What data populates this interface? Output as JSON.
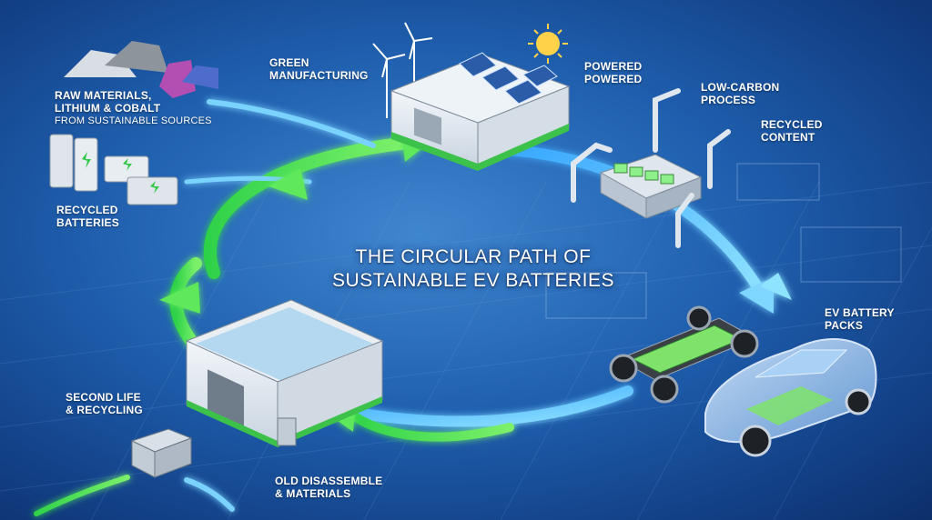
{
  "title": {
    "line1": "THE CIRCULAR PATH OF",
    "line2": "SUSTAINABLE EV BATTERIES"
  },
  "labels": {
    "raw_materials": {
      "line1": "RAW MATERIALS,",
      "line2": "LITHIUM  & COBALT",
      "line3": "FROM SUSTAINABLE SOURCES"
    },
    "recycled_batteries": {
      "line1": "RECYCLED",
      "line2": "BATTERIES"
    },
    "green_manufacturing": {
      "line1": "GREEN",
      "line2": "MANUFACTURING"
    },
    "powered": {
      "line1": "POWERED",
      "line2": "POWERED"
    },
    "low_carbon": {
      "line1": "LOW-CARBON",
      "line2": "PROCESS"
    },
    "recycled_content": {
      "line1": "RECYCLED",
      "line2": "CONTENT"
    },
    "ev_battery_packs": {
      "line1": "EV BATTERY",
      "line2": "PACKS"
    },
    "second_life": {
      "line1": "SECOND LIFE",
      "line2": "& RECYCLING"
    },
    "old_disassemble": {
      "line1": "OLD DISASSEMBLE",
      "line2": "& MATERIALS"
    }
  },
  "colors": {
    "green_arrow": "#3fe04a",
    "blue_arrow": "#4fc3ff",
    "background": "#1f5fae"
  },
  "icons": [
    "wind-turbine-icon",
    "solar-panel-icon",
    "sun-icon",
    "robot-arm-icon",
    "car-icon",
    "battery-icon",
    "factory-icon",
    "recycling-facility-icon",
    "rock-pile-icon"
  ]
}
